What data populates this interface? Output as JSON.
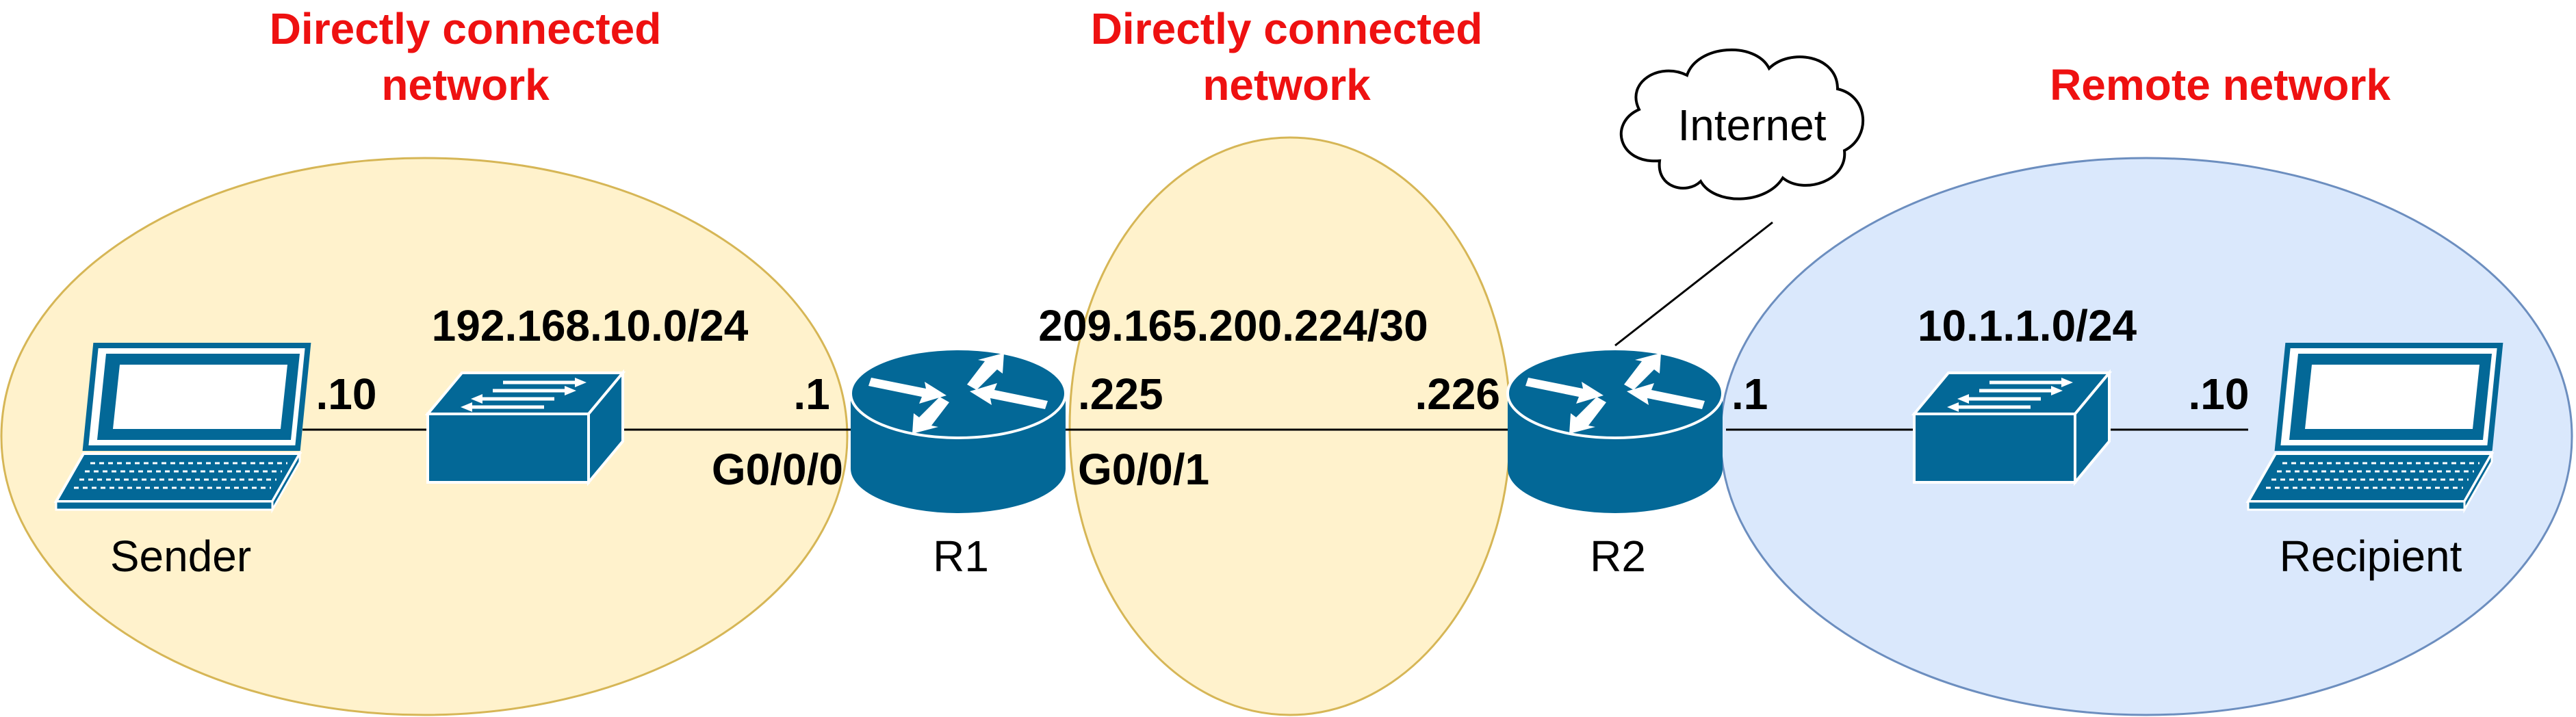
{
  "colors": {
    "heading": "#ee1111",
    "direct_fill": "#fff2cc",
    "direct_stroke": "#d6b656",
    "remote_fill": "#dae8fc",
    "remote_stroke": "#6c8ebf",
    "device": "#036897",
    "link": "#000000"
  },
  "headings": {
    "left_line1": "Directly connected",
    "left_line2": "network",
    "middle_line1": "Directly connected",
    "middle_line2": "network",
    "right": "Remote network"
  },
  "cloud": {
    "label": "Internet",
    "icon": "cloud-icon"
  },
  "networks": {
    "left": "192.168.10.0/24",
    "middle": "209.165.200.224/30",
    "right": "10.1.1.0/24"
  },
  "addresses": {
    "sender": ".10",
    "r1_left": ".1",
    "r1_right": ".225",
    "r2_left": ".226",
    "r2_right": ".1",
    "recipient": ".10"
  },
  "interfaces": {
    "r1_left": "G0/0/0",
    "r1_right": "G0/0/1"
  },
  "devices": {
    "sender": {
      "label": "Sender",
      "icon": "laptop-icon"
    },
    "switch_left": {
      "icon": "switch-icon"
    },
    "r1": {
      "label": "R1",
      "icon": "router-icon"
    },
    "r2": {
      "label": "R2",
      "icon": "router-icon"
    },
    "switch_right": {
      "icon": "switch-icon"
    },
    "recipient": {
      "label": "Recipient",
      "icon": "laptop-icon"
    }
  }
}
